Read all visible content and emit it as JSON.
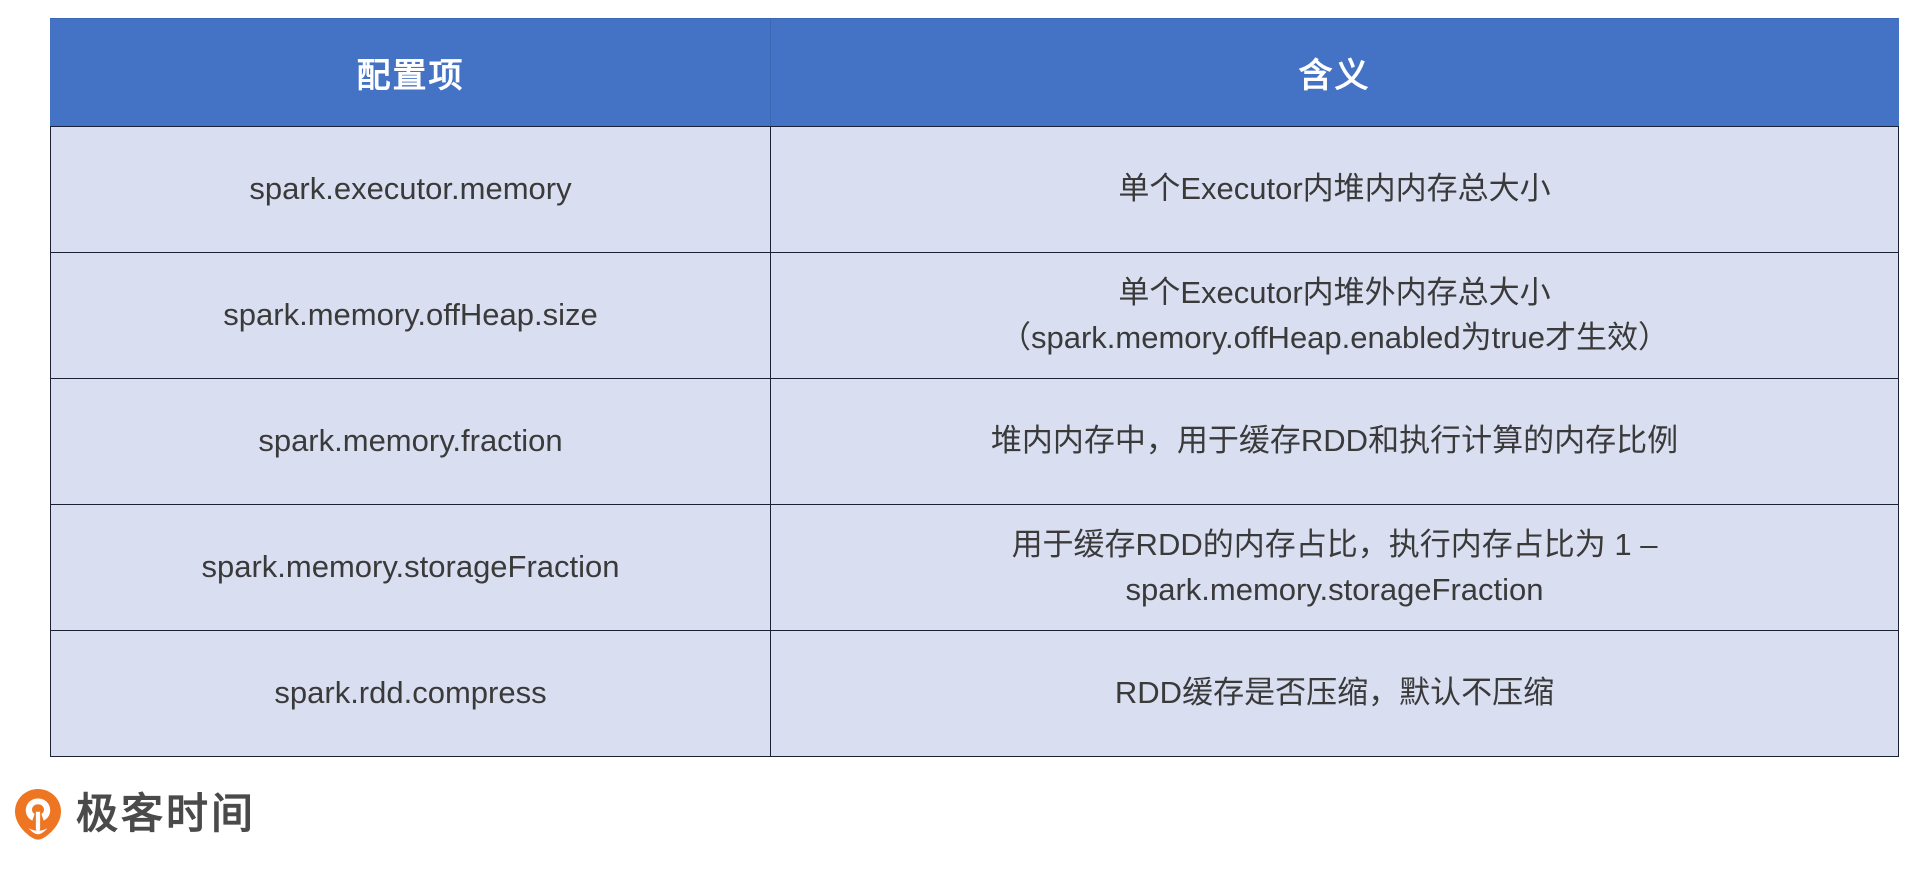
{
  "slide": {
    "background_color": "#FFFFFF"
  },
  "table": {
    "header_bg": "#4472C4",
    "header_text_color": "#FFFFFF",
    "row_bg": "#D9DFF1",
    "body_text_color": "#3A3A3A",
    "border_color": "#1A2235",
    "columns": [
      {
        "key": "config",
        "label": "配置项"
      },
      {
        "key": "meaning",
        "label": "含义"
      }
    ],
    "rows": [
      {
        "config": "spark.executor.memory",
        "meaning_lines": [
          "单个Executor内堆内内存总大小"
        ]
      },
      {
        "config": "spark.memory.offHeap.size",
        "meaning_lines": [
          "单个Executor内堆外内存总大小",
          "（spark.memory.offHeap.enabled为true才生效）"
        ]
      },
      {
        "config": "spark.memory.fraction",
        "meaning_lines": [
          "堆内内存中，用于缓存RDD和执行计算的内存比例"
        ]
      },
      {
        "config": "spark.memory.storageFraction",
        "meaning_lines": [
          "用于缓存RDD的内存占比，执行内存占比为 1 –",
          "spark.memory.storageFraction"
        ]
      },
      {
        "config": "spark.rdd.compress",
        "meaning_lines": [
          "RDD缓存是否压缩，默认不压缩"
        ]
      }
    ]
  },
  "footer": {
    "logo_icon": "geektime-pin-icon",
    "logo_color": "#EE7623",
    "brand": "极客时间",
    "brand_color": "#4A4A4A"
  }
}
